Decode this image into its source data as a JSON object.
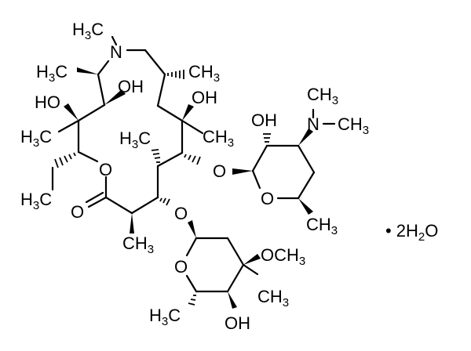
{
  "diagram": {
    "type": "chemical-structure",
    "compound_shown": "macrolide with two sugar rings, drawn as skeletal formula",
    "hydrate_label": "• 2H2O",
    "hydrate": {
      "dot": "•",
      "coeff": "2",
      "h": "H",
      "sub": "2",
      "o": "O"
    },
    "labels": {
      "n_methyl_top": {
        "main": "H",
        "sub": "3",
        "rest": "C"
      },
      "ring_n": "N",
      "ring_methyl_right": {
        "main": "CH",
        "sub": "3"
      },
      "h3c_left_upper": {
        "main": "H",
        "sub": "3",
        "rest": "C"
      },
      "oh_upper_mid": "OH",
      "ho_left": "HO",
      "oh_right_ring": "OH",
      "h3c_left_mid": {
        "main": "H",
        "sub": "3",
        "rest": "C"
      },
      "ch3_right_ring": {
        "main": "CH",
        "sub": "3"
      },
      "h3c_center": {
        "main": "H",
        "sub": "3",
        "rest": "C"
      },
      "ring_o_lactone": "O",
      "o_glycoside_desosamine": "O",
      "h3c_ethyl": {
        "main": "H",
        "sub": "3",
        "rest": "C"
      },
      "carbonyl_o": "O",
      "o_glycoside_cladinose": "O",
      "ch3_alpha": {
        "main": "CH",
        "sub": "3"
      },
      "desosamine_oh": "OH",
      "desosamine_n": "N",
      "desosamine_nme_top": {
        "main": "CH",
        "sub": "3"
      },
      "desosamine_nme_right": {
        "main": "CH",
        "sub": "3"
      },
      "desosamine_ring_o": "O",
      "desosamine_ch3": {
        "main": "CH",
        "sub": "3"
      },
      "cladinose_ring_o": "O",
      "cladinose_och3": {
        "main": "OCH",
        "sub": "3"
      },
      "cladinose_ch3": {
        "main": "CH",
        "sub": "3"
      },
      "cladinose_h3c": {
        "main": "H",
        "sub": "3",
        "rest": "C"
      },
      "cladinose_oh": "OH"
    }
  }
}
